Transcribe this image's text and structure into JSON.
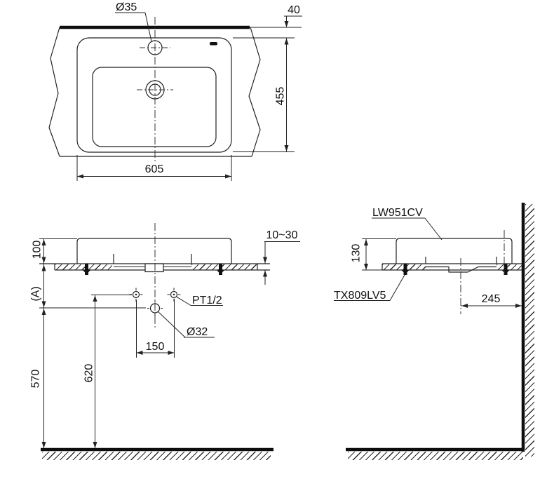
{
  "colors": {
    "line": "#222222",
    "text": "#111111",
    "background": "#ffffff"
  },
  "views": {
    "top": {
      "faucet_hole_dia": "Ø35",
      "wall_gap": "40",
      "depth": "455",
      "width": "605"
    },
    "front": {
      "rim_height": "100",
      "counter_thickness": "10~30",
      "dim_a": "(A)",
      "supply_thread": "PT1/2",
      "drain_dia": "Ø32",
      "supply_spacing": "150",
      "supply_height": "620",
      "drain_height": "570"
    },
    "side": {
      "product_code": "LW951CV",
      "fixing_bolt_code": "TX809LV5",
      "height_above_counter": "130",
      "drain_to_wall": "245"
    }
  }
}
